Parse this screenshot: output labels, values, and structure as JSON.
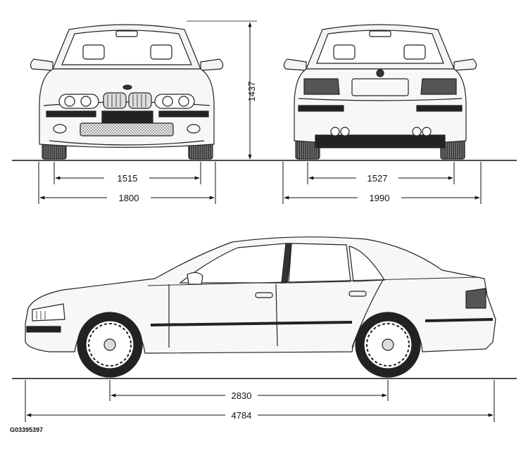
{
  "dimensions": {
    "height": "1437",
    "front_track": "1515",
    "front_width": "1800",
    "rear_track": "1527",
    "rear_width_mirrors": "1990",
    "wheelbase": "2830",
    "overall_length": "4784"
  },
  "figure_code": "G03395397"
}
